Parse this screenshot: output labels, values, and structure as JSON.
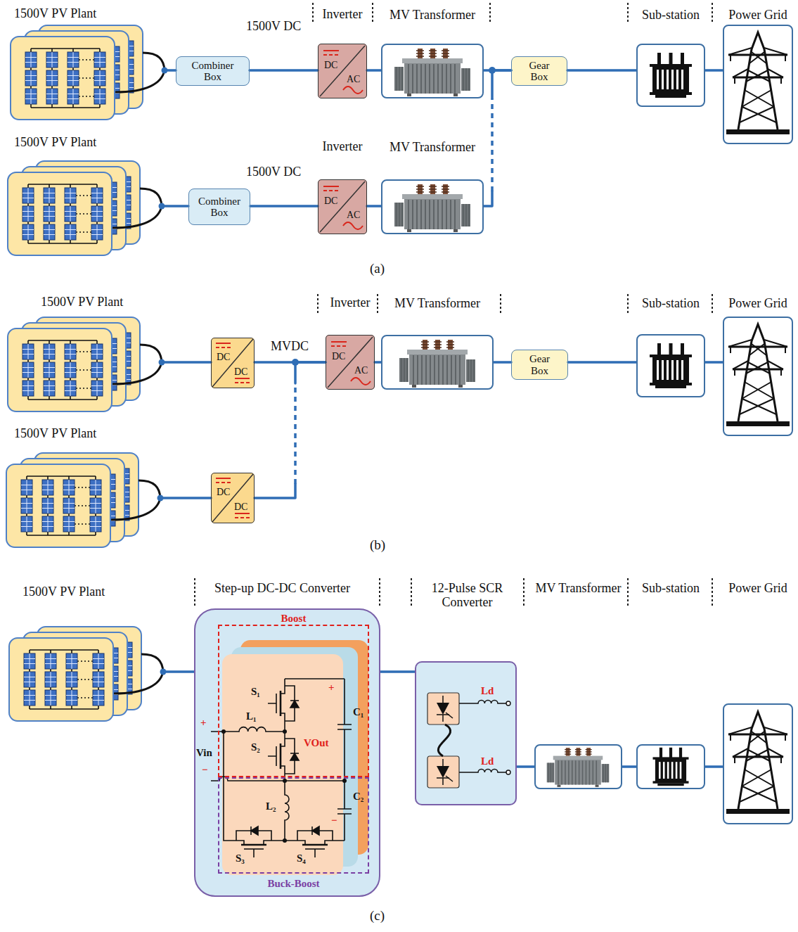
{
  "diagram": {
    "nodes": [
      {
        "text": [
          "1500V PV Plant"
        ]
      },
      {
        "text": [
          "Combiner Box"
        ]
      },
      {
        "text": [
          "Inverter",
          "DC",
          "AC"
        ]
      },
      {
        "text": [
          "MV Transformer"
        ]
      },
      {
        "text": [
          "Gear Box"
        ]
      },
      {
        "text": [
          "Sub-station"
        ]
      },
      {
        "text": [
          "Power Grid"
        ]
      },
      {
        "text": [
          "1500V PV Plant"
        ]
      },
      {
        "text": [
          "Combiner Box"
        ]
      },
      {
        "text": [
          "Inverter",
          "DC",
          "AC"
        ]
      },
      {
        "text": [
          "MV Transformer"
        ]
      },
      {
        "text": [
          "1500V PV Plant"
        ]
      },
      {
        "text": [
          "DC",
          "DC"
        ]
      },
      {
        "text": [
          "Inverter",
          "DC",
          "AC"
        ]
      },
      {
        "text": [
          "MV Transformer"
        ]
      },
      {
        "text": [
          "Gear Box"
        ]
      },
      {
        "text": [
          "Sub-station"
        ]
      },
      {
        "text": [
          "Power Grid"
        ]
      },
      {
        "text": [
          "1500V PV Plant"
        ]
      },
      {
        "text": [
          "DC",
          "DC"
        ]
      },
      {
        "text": [
          "1500V PV Plant"
        ]
      },
      {
        "text": [
          "Step-up DC-DC Converter"
        ]
      },
      {
        "text": [
          "Boost"
        ],
        "in": 21
      },
      {
        "text": [
          "Buck-Boost"
        ],
        "in": 21
      },
      {
        "text": [
          "12-Pulse SCR Converter"
        ]
      },
      {
        "text": [
          "MV Transformer"
        ]
      },
      {
        "text": [
          "Sub-station"
        ]
      },
      {
        "text": [
          "Power Grid"
        ]
      }
    ],
    "edges": [
      {
        "from": 0,
        "to": 1,
        "arrow": "none"
      },
      {
        "from": 1,
        "to": 2,
        "label": "1500V DC",
        "arrow": "none"
      },
      {
        "from": 2,
        "to": 3,
        "arrow": "none"
      },
      {
        "from": 3,
        "to": 4,
        "arrow": "none"
      },
      {
        "from": 4,
        "to": 5,
        "arrow": "none"
      },
      {
        "from": 5,
        "to": 6,
        "arrow": "none"
      },
      {
        "from": 7,
        "to": 8,
        "arrow": "none"
      },
      {
        "from": 8,
        "to": 9,
        "label": "1500V DC",
        "arrow": "none"
      },
      {
        "from": 9,
        "to": 10,
        "arrow": "none"
      },
      {
        "from": 10,
        "to": 4,
        "arrow": "none"
      },
      {
        "from": 11,
        "to": 12,
        "arrow": "none"
      },
      {
        "from": 12,
        "to": 13,
        "label": "MVDC",
        "arrow": "none"
      },
      {
        "from": 13,
        "to": 14,
        "arrow": "none"
      },
      {
        "from": 14,
        "to": 15,
        "arrow": "none"
      },
      {
        "from": 15,
        "to": 16,
        "arrow": "none"
      },
      {
        "from": 16,
        "to": 17,
        "arrow": "none"
      },
      {
        "from": 18,
        "to": 19,
        "arrow": "none"
      },
      {
        "from": 19,
        "to": 13,
        "arrow": "none"
      },
      {
        "from": 20,
        "to": 21,
        "arrow": "none"
      },
      {
        "from": 21,
        "to": 24,
        "arrow": "none"
      },
      {
        "from": 24,
        "to": 25,
        "arrow": "none"
      },
      {
        "from": 25,
        "to": 26,
        "arrow": "none"
      },
      {
        "from": 26,
        "to": 27,
        "arrow": "none"
      }
    ],
    "labels": [
      "(a)",
      "(b)",
      "(c)",
      "+",
      "Vin",
      "−",
      "S₁",
      "L₁",
      "S₂",
      "VOut",
      "+",
      "C₁",
      "C₂",
      "L₂",
      "−",
      "S₃",
      "S₄",
      "Ld",
      "Ld"
    ]
  }
}
